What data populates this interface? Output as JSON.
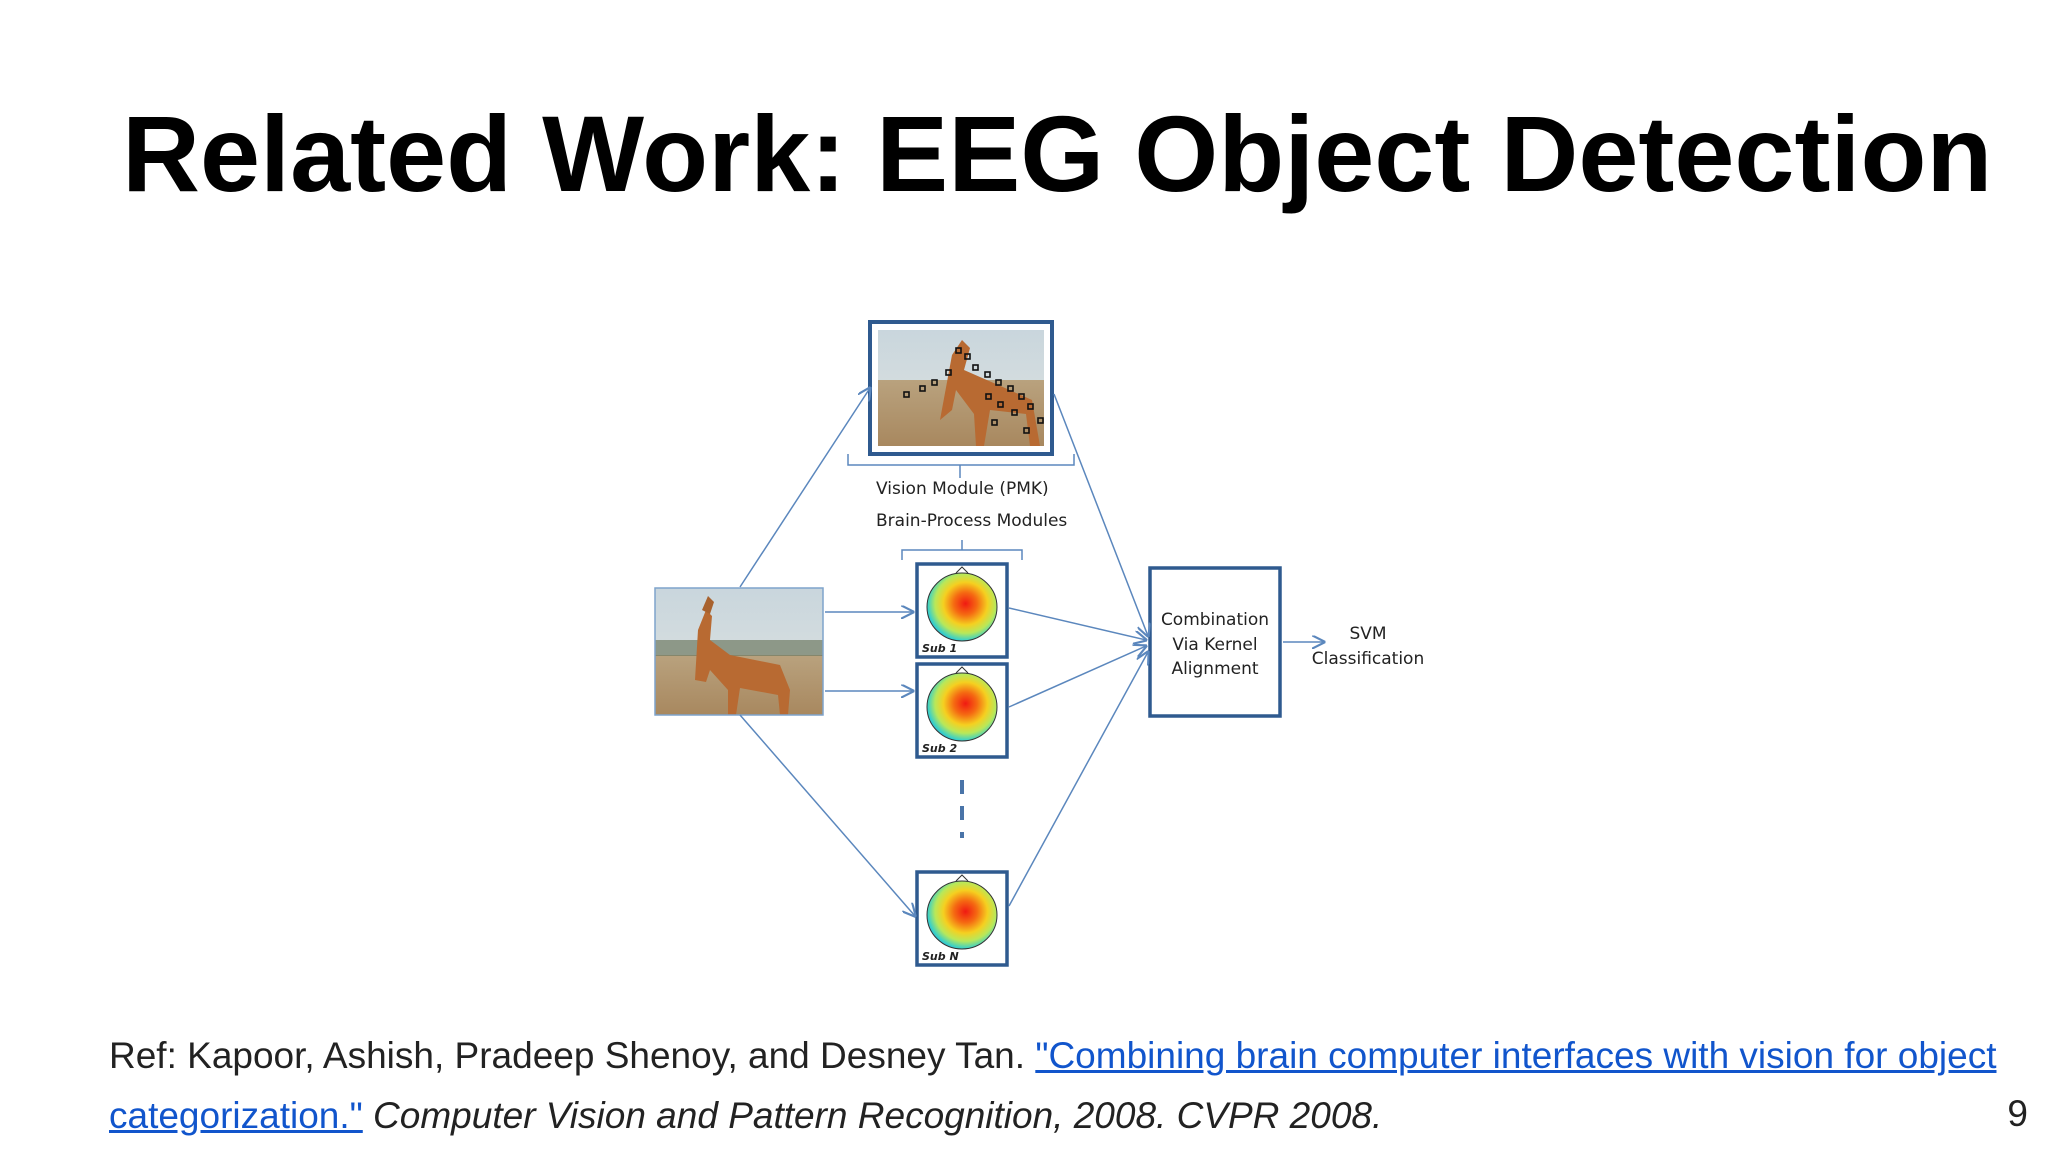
{
  "slide": {
    "title": "Related Work: EEG Object Detection",
    "page_number": "9"
  },
  "diagram": {
    "vision_module_label": "Vision Module (PMK)",
    "brain_modules_label": "Brain-Process Modules",
    "combination_label": "Combination Via Kernel Alignment",
    "combination_lines": [
      "Combination",
      "Via Kernel",
      "Alignment"
    ],
    "svm_lines": [
      "SVM",
      "Classification"
    ],
    "subjects": [
      "Sub 1",
      "Sub 2",
      "Sub N"
    ],
    "colors": {
      "box_border": "#2f5a8f",
      "arrow": "#5b87bd",
      "ellipsis": "#4a74a8"
    }
  },
  "reference": {
    "prefix": "Ref: Kapoor, Ashish, Pradeep Shenoy, and Desney Tan. ",
    "link_text": "\"Combining brain computer interfaces with vision for object categorization.\"",
    "venue": " Computer Vision and Pattern Recognition, 2008. CVPR 2008.",
    "link_color": "#1155cc"
  }
}
